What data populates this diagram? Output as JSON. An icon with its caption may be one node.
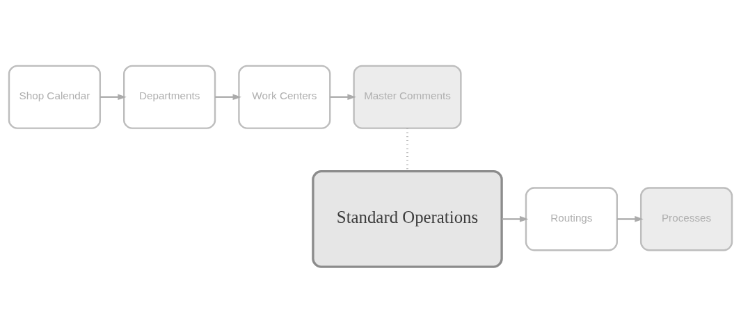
{
  "diagram": {
    "nodes": [
      {
        "text": [
          "Shop Calendar"
        ]
      },
      {
        "text": [
          "Departments"
        ]
      },
      {
        "text": [
          "Work Centers"
        ]
      },
      {
        "text": [
          "Master Comments"
        ]
      },
      {
        "text": [
          "Standard Operations"
        ]
      },
      {
        "text": [
          "Routings"
        ]
      },
      {
        "text": [
          "Processes"
        ]
      }
    ],
    "edges": [
      {
        "from": 0,
        "to": 1,
        "arrow": "to"
      },
      {
        "from": 1,
        "to": 2,
        "arrow": "to"
      },
      {
        "from": 2,
        "to": 3,
        "arrow": "to"
      },
      {
        "from": 3,
        "to": 4,
        "arrow": "none",
        "style": "dashed"
      },
      {
        "from": 4,
        "to": 5,
        "arrow": "to"
      },
      {
        "from": 5,
        "to": 6,
        "arrow": "to"
      }
    ]
  }
}
